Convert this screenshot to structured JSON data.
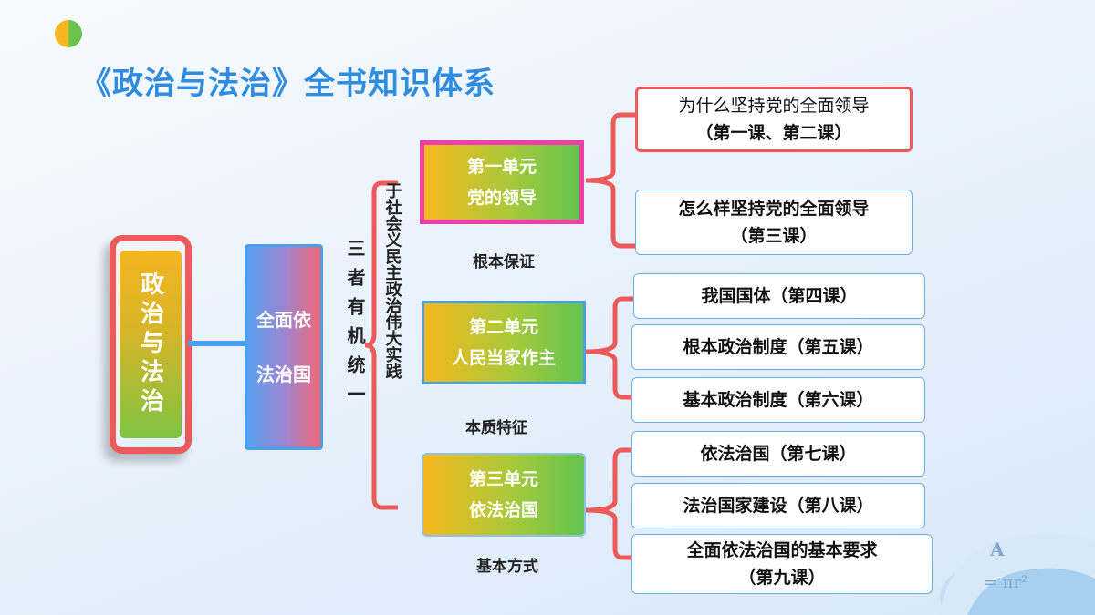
{
  "title": "《政治与法治》全书知识体系",
  "root": "政治与法治",
  "level2": "全面依法治国",
  "three_unity": "三者有机统一",
  "practice": "于社会义民主政治伟大实践",
  "units": [
    {
      "name": "第一单元",
      "topic": "党的领导",
      "role": "根本保证",
      "lessons": [
        {
          "line1": "为什么坚持党的全面领导",
          "line2": "（第一课、第二课）"
        },
        {
          "line1": "怎么样坚持党的全面领导",
          "line2": "（第三课）"
        }
      ]
    },
    {
      "name": "第二单元",
      "topic": "人民当家作主",
      "role": "本质特征",
      "lessons": [
        {
          "line1": "我国国体（第四课）"
        },
        {
          "line1": "根本政治制度（第五课）"
        },
        {
          "line1": "基本政治制度（第六课）"
        }
      ]
    },
    {
      "name": "第三单元",
      "topic": "依法治国",
      "role": "基本方式",
      "lessons": [
        {
          "line1": "依法治国（第七课）"
        },
        {
          "line1": "法治国家建设（第八课）"
        },
        {
          "line1": "全面依法治国的基本要求",
          "line2": "（第九课）"
        }
      ]
    }
  ],
  "decor_formula": {
    "symbol": "A",
    "expr": "= πr²"
  },
  "colors": {
    "title": "#2f8ce0",
    "bracket": "#ee5a5a",
    "accent_blue": "#4b9fe8",
    "unit1_border": "#ee40a8"
  }
}
